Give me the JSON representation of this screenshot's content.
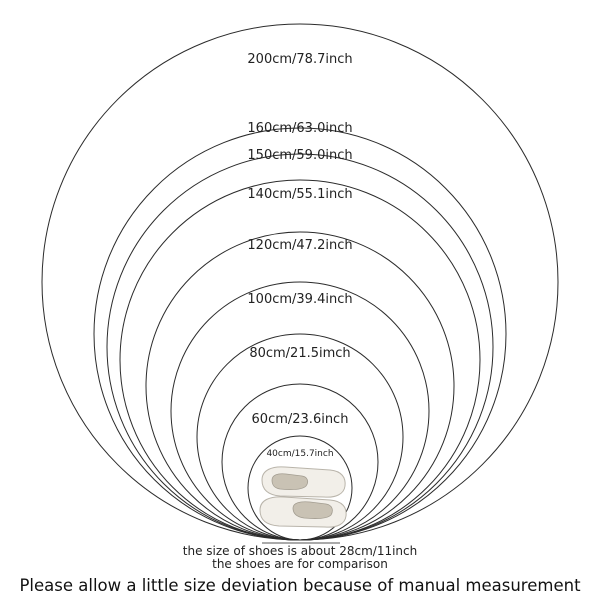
{
  "rings": [
    {
      "label": "200cm/78.7inch"
    },
    {
      "label": "160cm/63.0inch"
    },
    {
      "label": "150cm/59.0inch"
    },
    {
      "label": "140cm/55.1inch"
    },
    {
      "label": "120cm/47.2inch"
    },
    {
      "label": "100cm/39.4inch"
    },
    {
      "label": "80cm/21.5imch"
    },
    {
      "label": "60cm/23.6inch"
    },
    {
      "label": "40cm/15.7inch"
    }
  ],
  "shoe_note": {
    "line1": "the size of shoes is about 28cm/11inch",
    "line2": "the shoes are for comparison"
  },
  "footer": "Please allow a little size deviation because of manual measurement"
}
